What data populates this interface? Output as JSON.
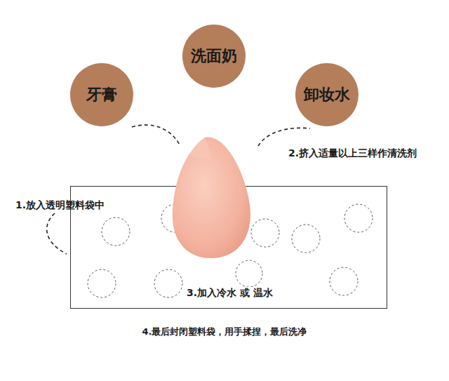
{
  "diagram": {
    "nodes": [
      {
        "text": [
          "洗面奶"
        ]
      },
      {
        "text": [
          "牙膏"
        ]
      },
      {
        "text": [
          "卸妆水"
        ]
      },
      {
        "text": [
          "3.加入冷水 或 温水"
        ]
      }
    ],
    "labels": [
      "1.放入透明塑料袋中",
      "2.挤入适量以上三样作清洗剂",
      "4.最后封闭塑料袋，用手揉捏，最后洗净"
    ]
  }
}
